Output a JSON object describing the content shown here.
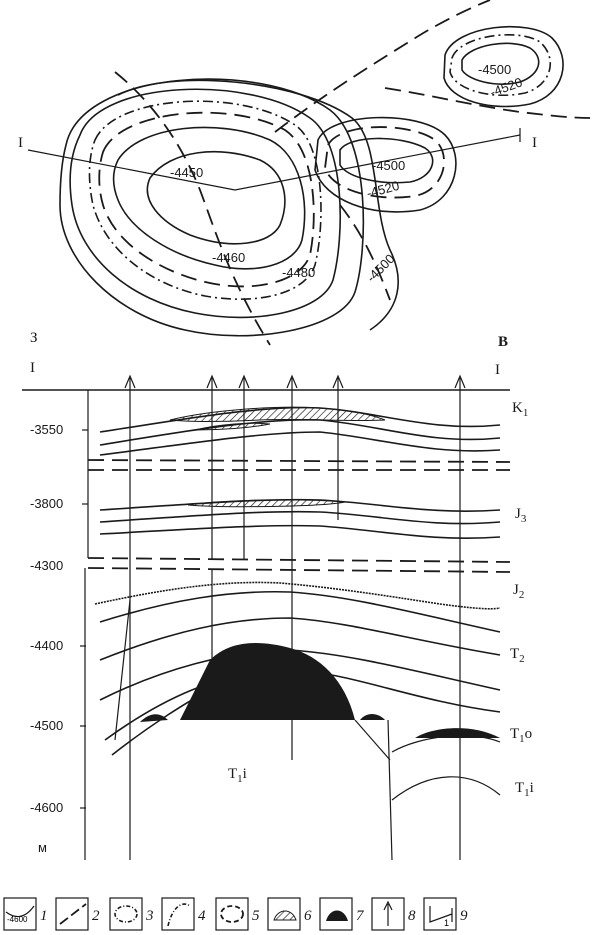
{
  "map": {
    "contours": [
      "-4450",
      "-4460",
      "-4480",
      "-4500",
      "-4500",
      "-4520",
      "-4500",
      "-4520"
    ],
    "profile_end_left": "I",
    "profile_end_right": "I"
  },
  "section": {
    "dir_left": "З",
    "dir_right": "В",
    "profile_left": "I",
    "profile_right": "I",
    "depth_ticks": [
      "-3550",
      "-3800",
      "-4300",
      "-4400",
      "-4500",
      "-4600"
    ],
    "unit": "м",
    "strata": {
      "k1": "K",
      "k1_sub": "1",
      "j3": "J",
      "j3_sub": "3",
      "j2": "J",
      "j2_sub": "2",
      "t2": "T",
      "t2_sub": "2",
      "t1o": "T",
      "t1o_sub": "1",
      "t1o_suffix": "o",
      "t1i_center": "T",
      "t1i_center_sub": "1",
      "t1i_center_suffix": "i",
      "t1i_right": "T",
      "t1i_right_sub": "1",
      "t1i_right_suffix": "i"
    }
  },
  "legend": {
    "swatch1_text": "-4600",
    "items": [
      "1",
      "2",
      "3",
      "4",
      "5",
      "6",
      "7",
      "8",
      "9"
    ],
    "swatch9_text": "1"
  }
}
